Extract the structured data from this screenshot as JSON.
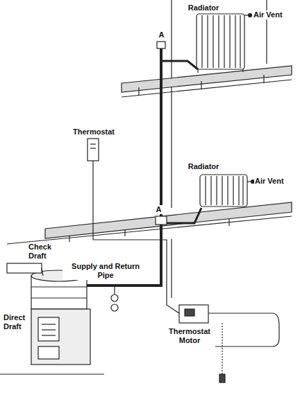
{
  "diagram": {
    "labels": [
      "Radiator",
      "Air Vent",
      "A",
      "Thermostat",
      "Radiator",
      "Air Vent",
      "A",
      "Check Draft",
      "Supply and Return Pipe",
      "Thermostat Motor",
      "Direct Draft"
    ]
  }
}
